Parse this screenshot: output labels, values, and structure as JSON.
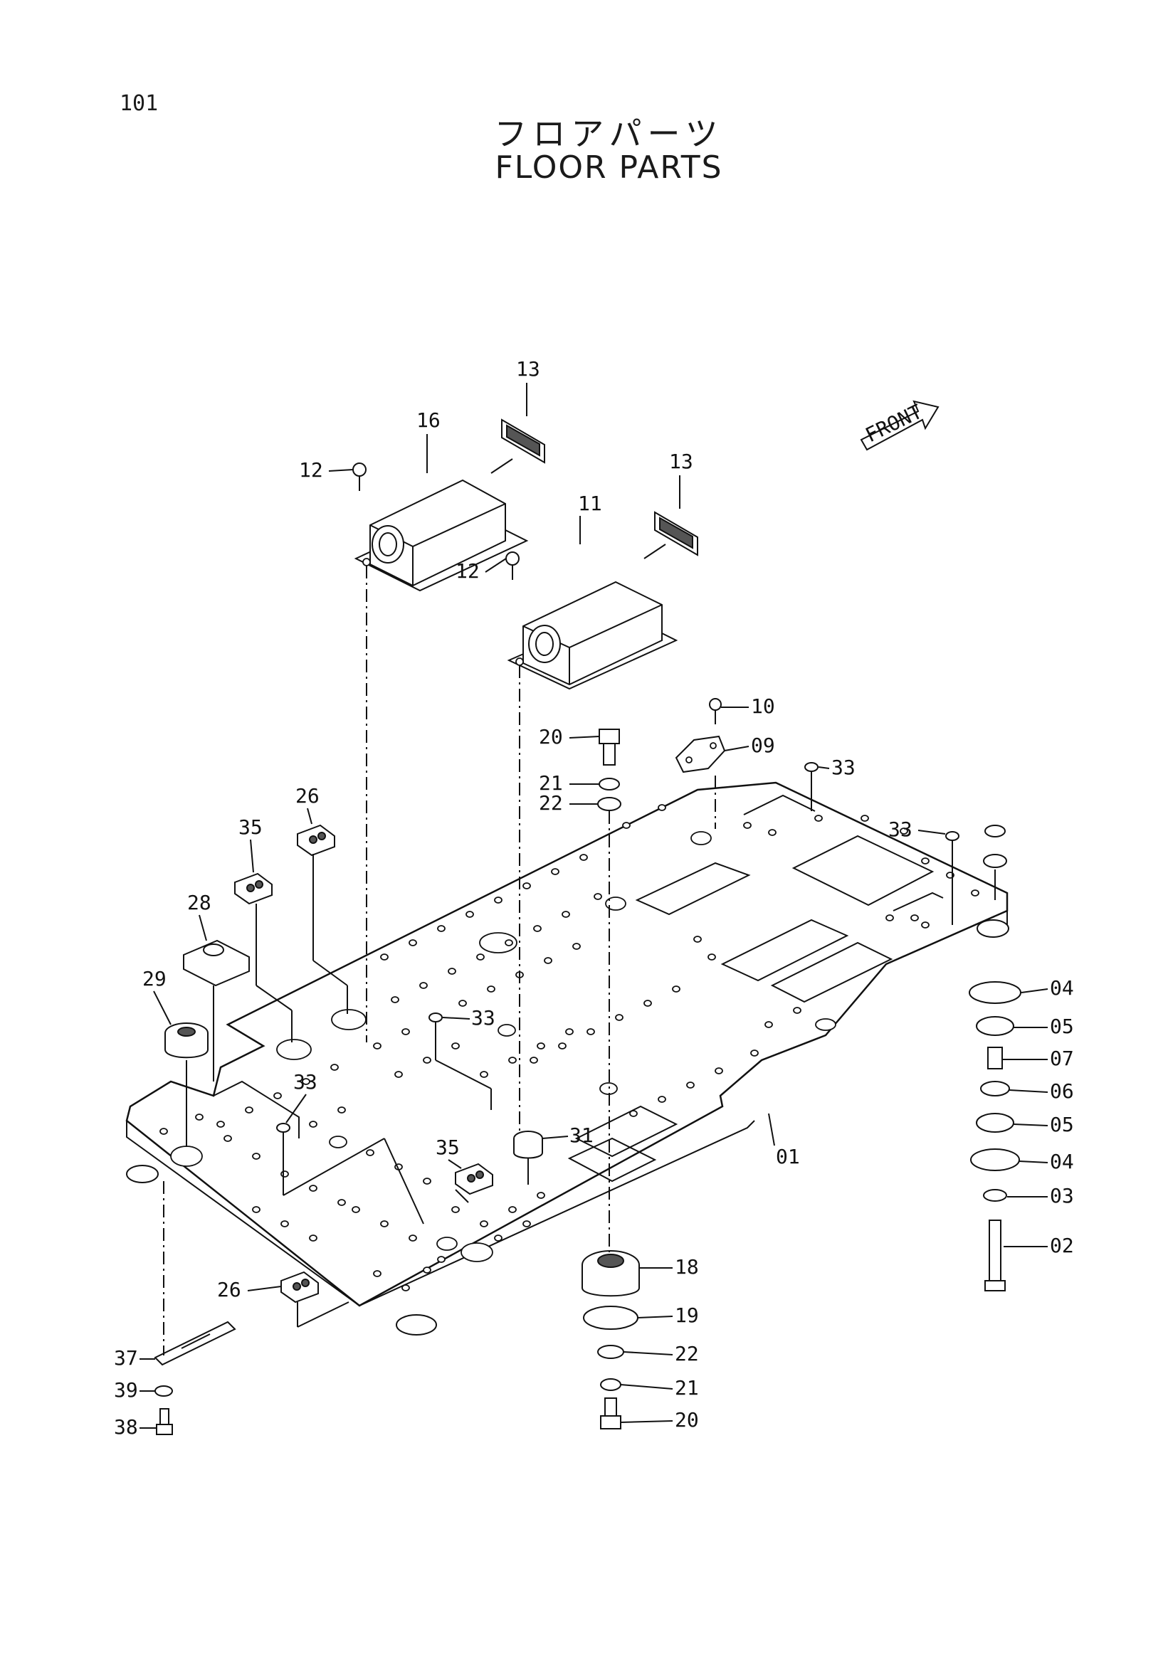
{
  "page_number": "101",
  "title_jp": "フロアパーツ",
  "title_en": "FLOOR PARTS",
  "front_label": "FRONT",
  "callouts": [
    "01",
    "02",
    "03",
    "04",
    "05",
    "06",
    "07",
    "09",
    "10",
    "11",
    "12",
    "13",
    "16",
    "18",
    "19",
    "20",
    "21",
    "22",
    "26",
    "28",
    "29",
    "31",
    "33",
    "35",
    "37",
    "38",
    "39"
  ]
}
